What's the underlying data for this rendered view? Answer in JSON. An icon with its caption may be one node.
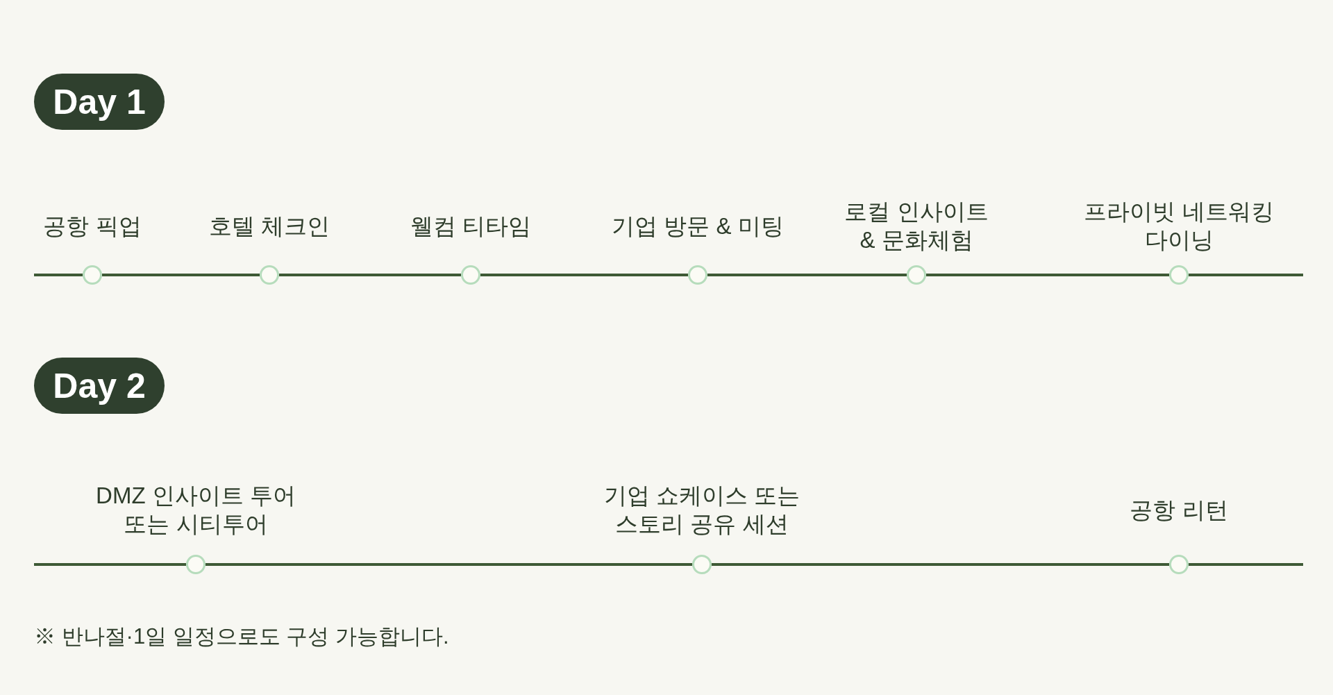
{
  "diagram": {
    "nodes": [
      {
        "text": [
          "Day 1"
        ]
      },
      {
        "text": [],
        "shape": "circle",
        "beside": [
          "공항 픽업"
        ]
      },
      {
        "text": [],
        "shape": "circle",
        "beside": [
          "호텔 체크인"
        ]
      },
      {
        "text": [],
        "shape": "circle",
        "beside": [
          "웰컴 티타임"
        ]
      },
      {
        "text": [],
        "shape": "circle",
        "beside": [
          "기업 방문 & 미팅"
        ]
      },
      {
        "text": [],
        "shape": "circle",
        "beside": [
          "로컬 인사이트 & 문화체험"
        ]
      },
      {
        "text": [],
        "shape": "circle",
        "beside": [
          "프라이빗 네트워킹 다이닝"
        ]
      },
      {
        "text": [
          "Day 2"
        ]
      },
      {
        "text": [],
        "shape": "circle",
        "beside": [
          "DMZ 인사이트 투어 또는 시티투어"
        ]
      },
      {
        "text": [],
        "shape": "circle",
        "beside": [
          "기업 쇼케이스 또는 스토리 공유 세션"
        ]
      },
      {
        "text": [],
        "shape": "circle",
        "beside": [
          "공항 리턴"
        ]
      }
    ],
    "edges": [
      {
        "from": null,
        "to": 1,
        "arrow": "none"
      },
      {
        "from": 1,
        "to": 2,
        "arrow": "none"
      },
      {
        "from": 2,
        "to": 3,
        "arrow": "none"
      },
      {
        "from": 3,
        "to": 4,
        "arrow": "none"
      },
      {
        "from": 4,
        "to": 5,
        "arrow": "none"
      },
      {
        "from": 5,
        "to": 6,
        "arrow": "none"
      },
      {
        "from": 6,
        "to": null,
        "arrow": "none"
      },
      {
        "from": null,
        "to": 8,
        "arrow": "none"
      },
      {
        "from": 8,
        "to": 9,
        "arrow": "none"
      },
      {
        "from": 9,
        "to": 10,
        "arrow": "none"
      },
      {
        "from": 10,
        "to": null,
        "arrow": "none"
      }
    ],
    "labels": [
      "※ 반나절·1일 일정으로도 구성 가능합니다."
    ]
  }
}
